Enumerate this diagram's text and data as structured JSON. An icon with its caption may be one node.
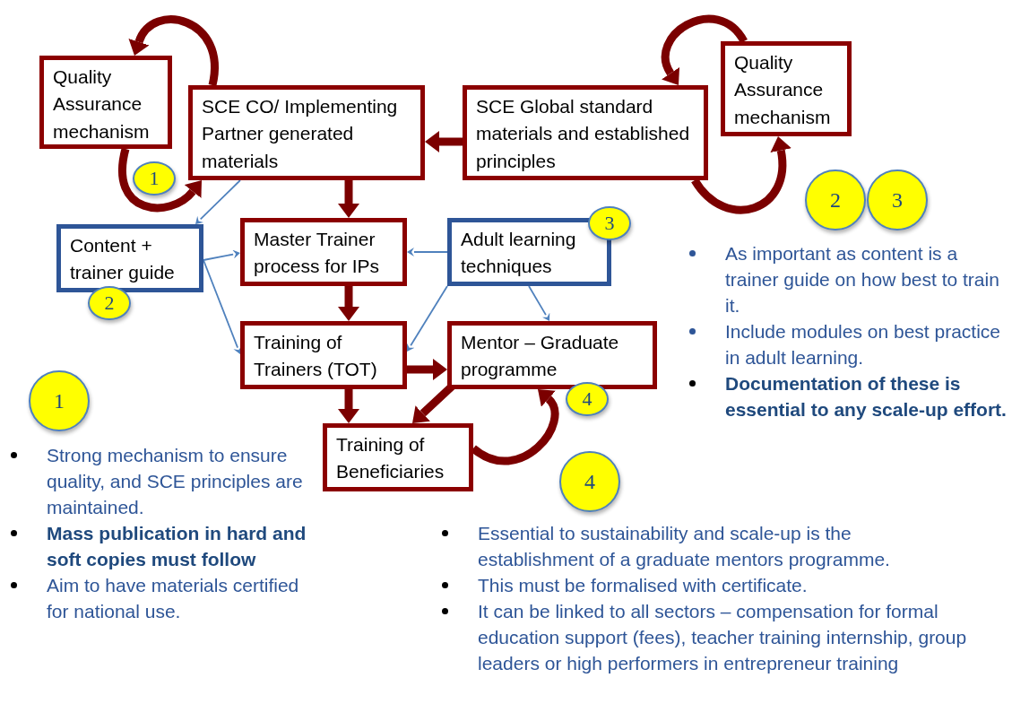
{
  "diagram": {
    "nodes": [
      {
        "text": [
          "Quality Assurance mechanism"
        ]
      },
      {
        "text": [
          "SCE CO/ Implementing Partner generated materials"
        ]
      },
      {
        "text": [
          "SCE Global standard materials and established principles"
        ]
      },
      {
        "text": [
          "Quality Assurance mechanism"
        ]
      },
      {
        "text": [
          "Content + trainer guide"
        ]
      },
      {
        "text": [
          "Master Trainer process for IPs"
        ]
      },
      {
        "text": [
          "Adult learning techniques"
        ]
      },
      {
        "text": [
          "Training of Trainers (TOT)"
        ]
      },
      {
        "text": [
          "Mentor – Graduate programme"
        ]
      },
      {
        "text": [
          "Training of Beneficiaries"
        ]
      },
      {
        "text": [
          "1"
        ]
      },
      {
        "text": [
          "2"
        ]
      },
      {
        "text": [
          "3"
        ]
      },
      {
        "text": [
          "4"
        ]
      },
      {
        "text": [
          "1"
        ]
      },
      {
        "text": [
          "2"
        ]
      },
      {
        "text": [
          "3"
        ]
      },
      {
        "text": [
          "4"
        ]
      }
    ],
    "edges": [
      {
        "from": 1,
        "to": 0,
        "arrow": "to"
      },
      {
        "from": 0,
        "to": 1,
        "arrow": "to"
      },
      {
        "from": 2,
        "to": 1,
        "arrow": "to"
      },
      {
        "from": 3,
        "to": 2,
        "arrow": "to"
      },
      {
        "from": 2,
        "to": 3,
        "arrow": "to"
      },
      {
        "from": 1,
        "to": 4,
        "arrow": "to",
        "color": "#4f81bd"
      },
      {
        "from": 1,
        "to": 5,
        "arrow": "to"
      },
      {
        "from": 4,
        "to": 5,
        "arrow": "to",
        "color": "#4f81bd"
      },
      {
        "from": 4,
        "to": 7,
        "arrow": "to",
        "color": "#4f81bd"
      },
      {
        "from": 6,
        "to": 5,
        "arrow": "to",
        "color": "#4f81bd"
      },
      {
        "from": 6,
        "to": 7,
        "arrow": "to",
        "color": "#4f81bd"
      },
      {
        "from": 6,
        "to": 8,
        "arrow": "to",
        "color": "#4f81bd"
      },
      {
        "from": 5,
        "to": 7,
        "arrow": "to"
      },
      {
        "from": 7,
        "to": 8,
        "arrow": "to"
      },
      {
        "from": 7,
        "to": 9,
        "arrow": "to"
      },
      {
        "from": 8,
        "to": 9,
        "arrow": "to"
      },
      {
        "from": 9,
        "to": 8,
        "arrow": "to"
      }
    ],
    "labels": [
      "As important as content is a trainer guide on how best to train it.",
      "Include modules on best practice in adult learning.",
      "Documentation of these is essential to any scale-up effort.",
      "Strong mechanism to ensure quality, and SCE principles are maintained.",
      "Mass publication in hard and soft copies must follow",
      "Aim to have materials certified for national use.",
      "Essential to sustainability and scale-up is the establishment of a graduate mentors programme.",
      "This must be formalised with certificate.",
      "It can be linked to all sectors – compensation for formal education support (fees), teacher training internship, group leaders or high performers in entrepreneur training"
    ]
  }
}
